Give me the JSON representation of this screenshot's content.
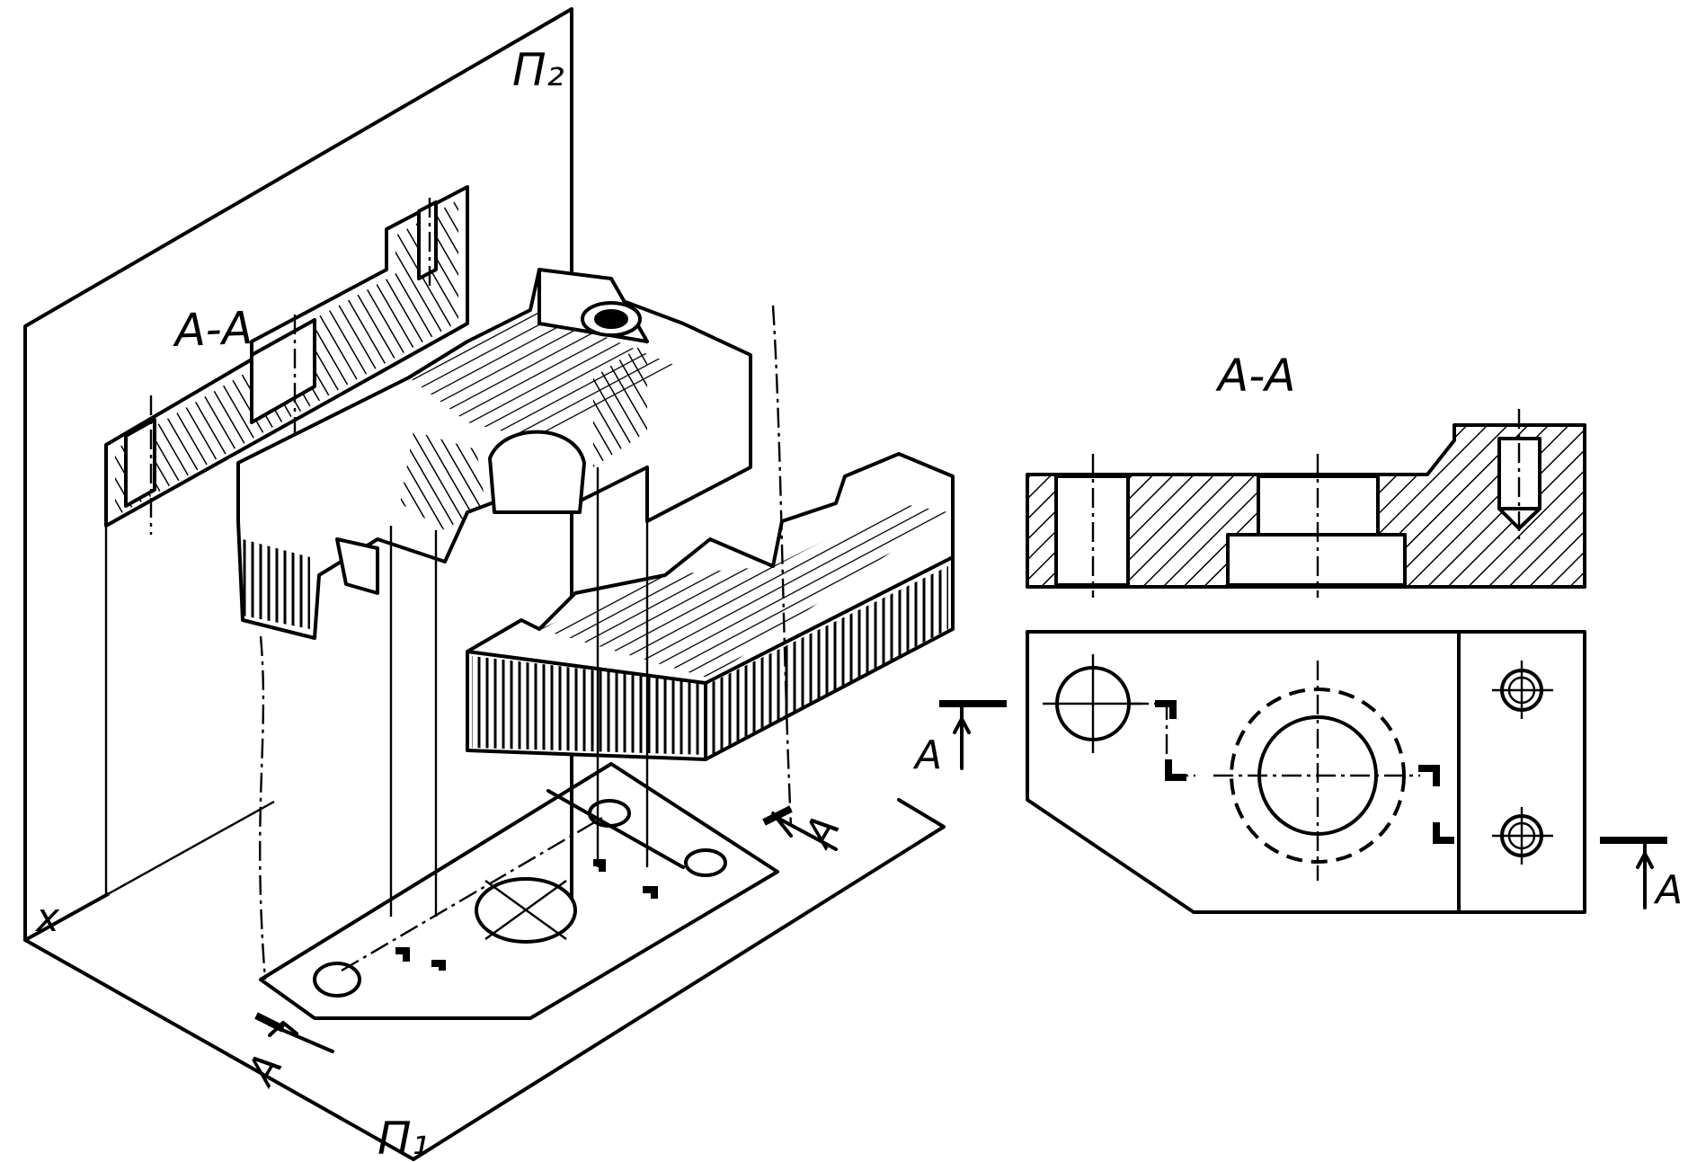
{
  "labels": {
    "plane_v": "П₂",
    "plane_h": "П₁",
    "axis_x": "x",
    "section_iso": "A-A",
    "section_ortho": "A-A",
    "arrow_iso_left": "A",
    "arrow_iso_right": "A",
    "arrow_ortho_left": "A",
    "arrow_ortho_right": "A"
  }
}
